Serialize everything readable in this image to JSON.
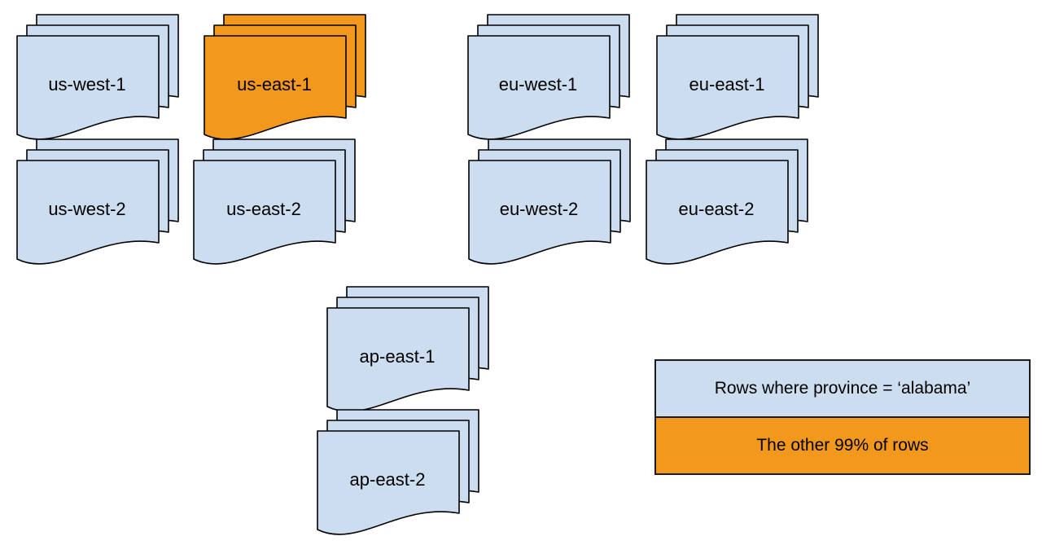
{
  "colors": {
    "region_fill": "#ccddf0",
    "highlight_fill": "#f2981c",
    "stroke": "#000000",
    "text": "#000000"
  },
  "stacks": [
    {
      "label": "us-west-1",
      "highlighted": false
    },
    {
      "label": "us-east-1",
      "highlighted": true
    },
    {
      "label": "eu-west-1",
      "highlighted": false
    },
    {
      "label": "eu-east-1",
      "highlighted": false
    },
    {
      "label": "us-west-2",
      "highlighted": false
    },
    {
      "label": "us-east-2",
      "highlighted": false
    },
    {
      "label": "eu-west-2",
      "highlighted": false
    },
    {
      "label": "eu-east-2",
      "highlighted": false
    },
    {
      "label": "ap-east-1",
      "highlighted": false
    },
    {
      "label": "ap-east-2",
      "highlighted": false
    }
  ],
  "legend": {
    "items": [
      {
        "label": "Rows where province = ‘alabama’"
      },
      {
        "label": "The other 99% of rows"
      }
    ]
  }
}
